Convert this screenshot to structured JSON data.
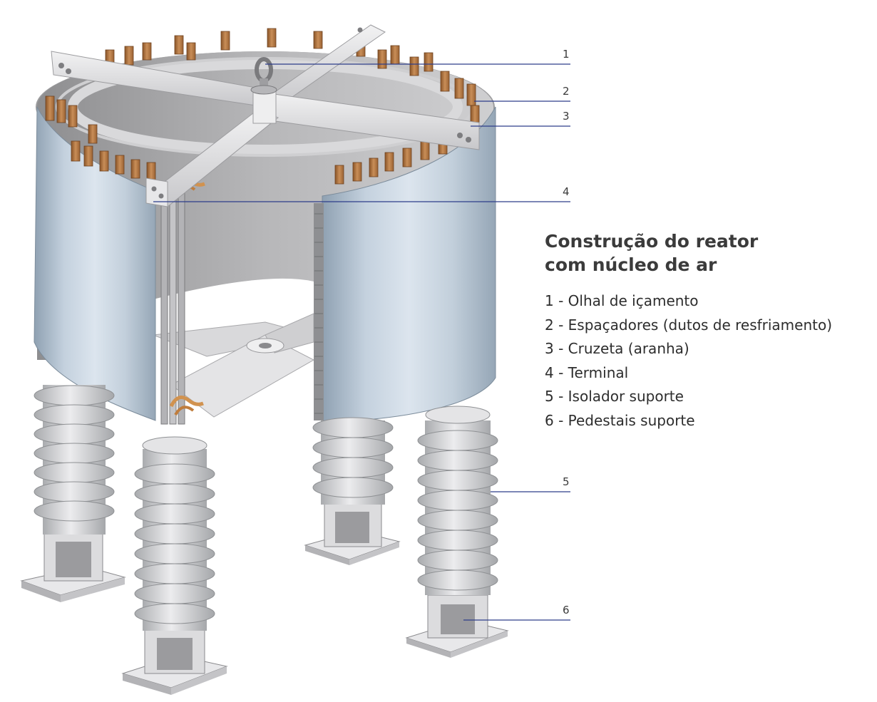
{
  "panel": {
    "title_lines": [
      "Construção do reator",
      "com núcleo de ar"
    ],
    "legend": [
      "1 - Olhal de içamento",
      "2 - Espaçadores (dutos de resfriamento)",
      "3 - Cruzeta (aranha)",
      "4 - Terminal",
      "5 - Isolador suporte",
      "6 - Pedestais suporte"
    ]
  },
  "callouts": [
    "1",
    "2",
    "3",
    "4",
    "5",
    "6"
  ],
  "colors": {
    "coil": "#c9d6e3",
    "coil_dark": "#98a8b7",
    "interior": "#a9a9ab",
    "spacer": "#b57a45",
    "metal": "#e3e3e5",
    "insulator": "#d8d9db",
    "leader": "#2d3d8a"
  }
}
